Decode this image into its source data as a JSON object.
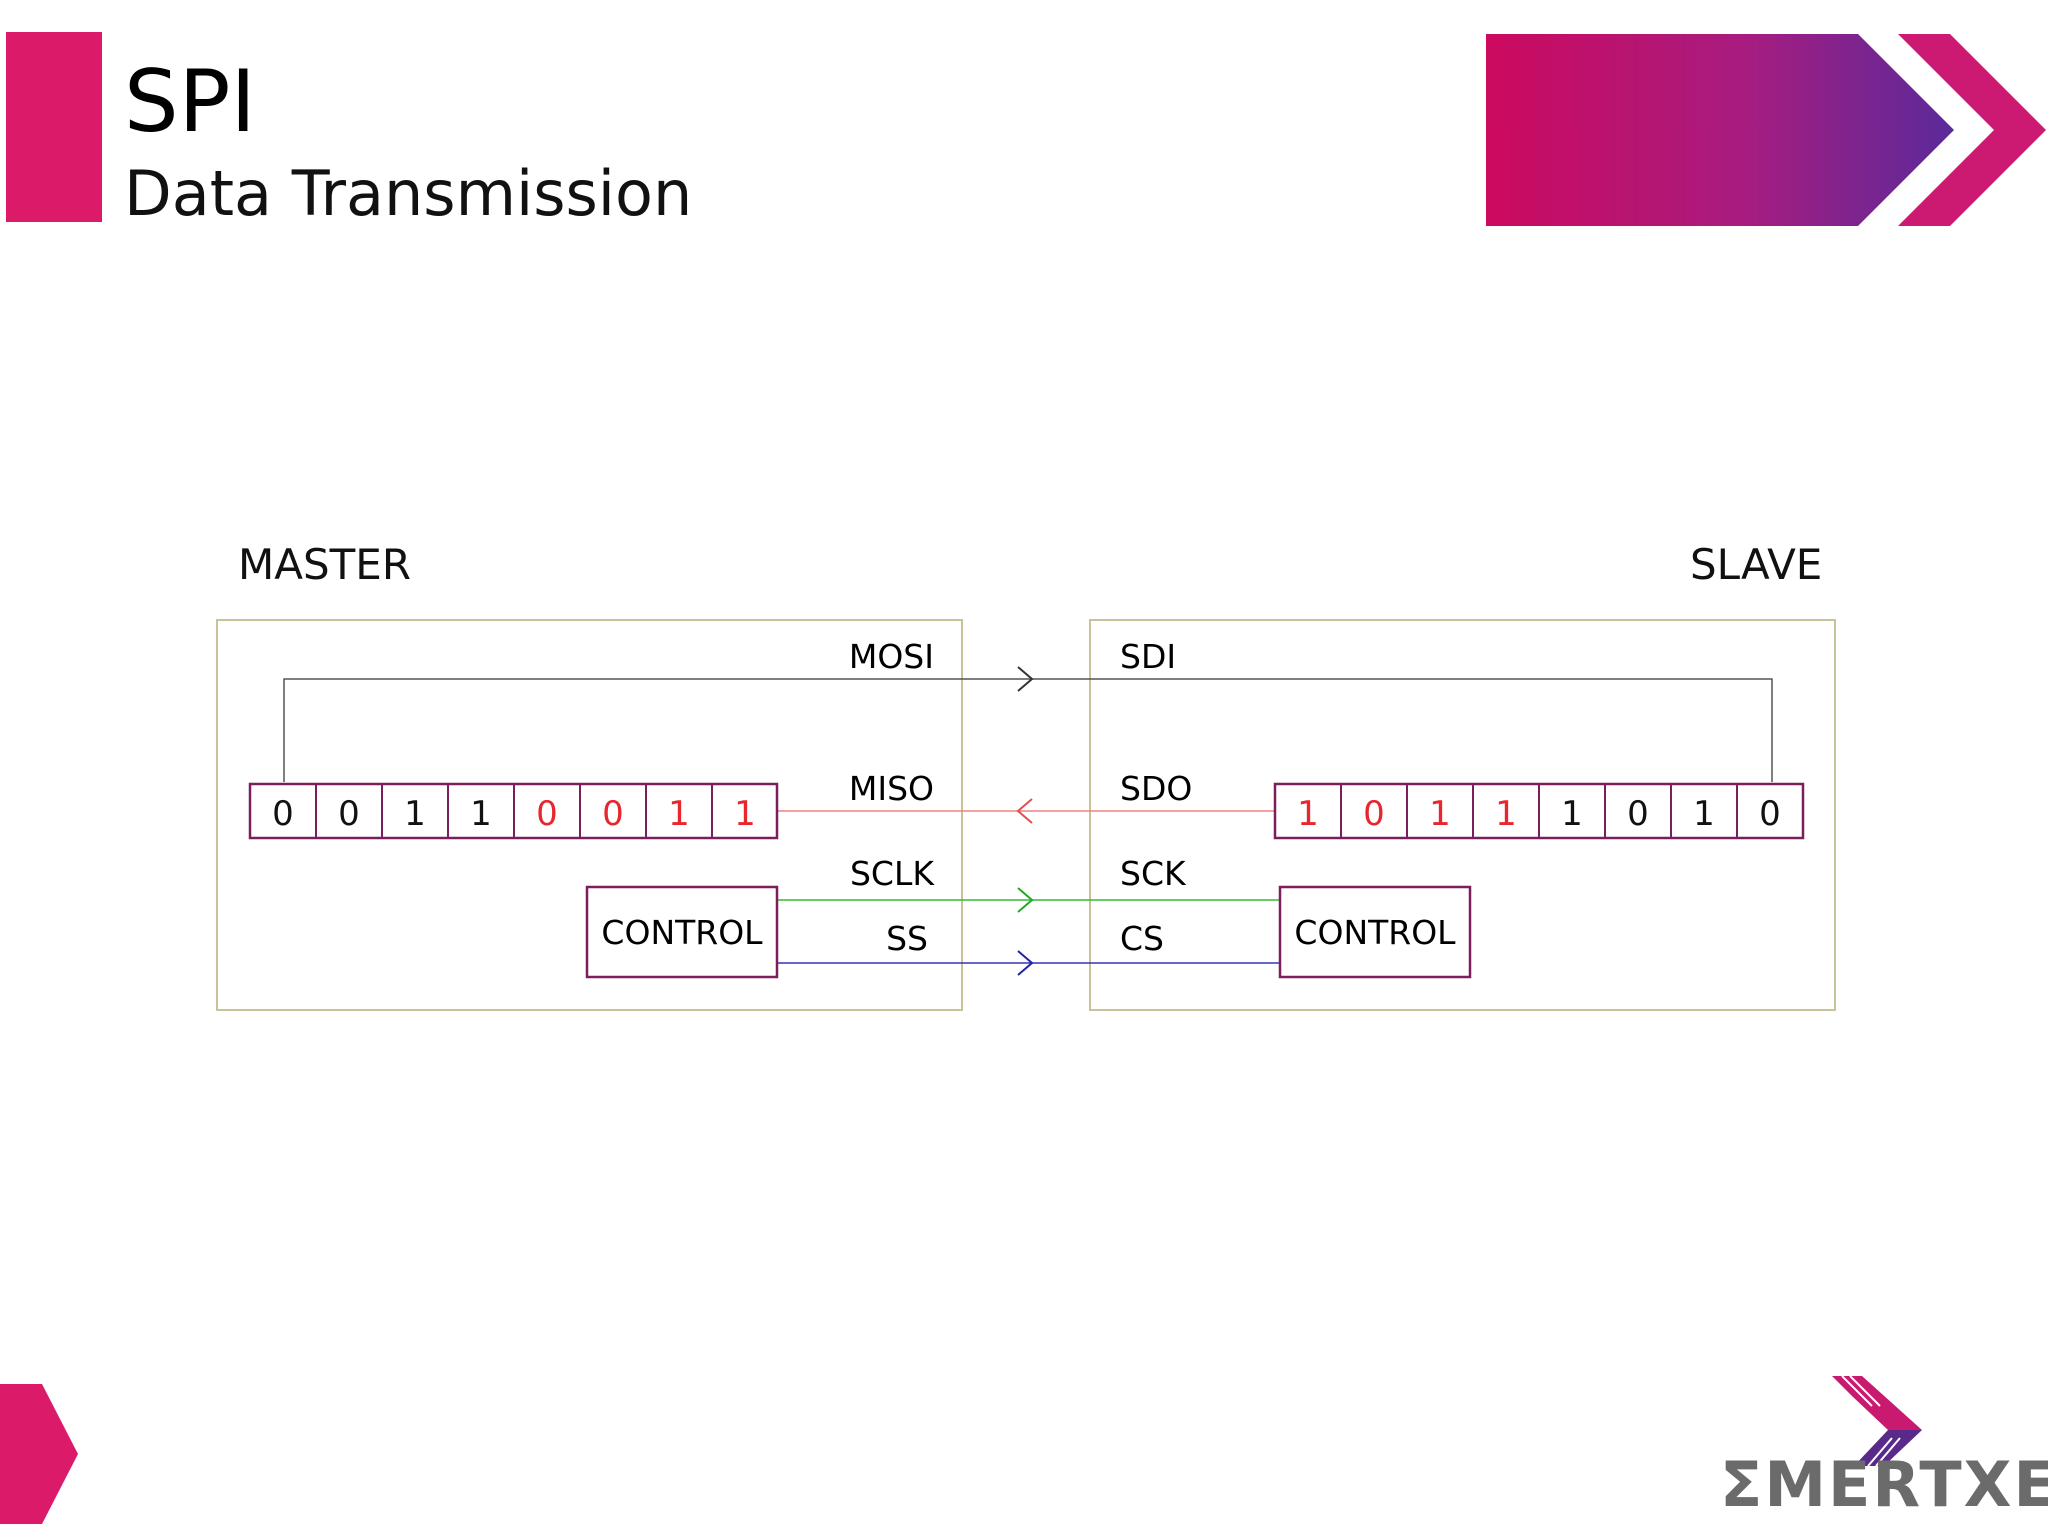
{
  "slide": {
    "title": "SPI",
    "subtitle": "Data Transmission"
  },
  "diagram": {
    "master_label": "MASTER",
    "slave_label": "SLAVE",
    "master_bits": [
      "0",
      "0",
      "1",
      "1",
      "0",
      "0",
      "1",
      "1"
    ],
    "master_bit_highlight": [
      false,
      false,
      false,
      false,
      true,
      true,
      true,
      true
    ],
    "slave_bits": [
      "1",
      "0",
      "1",
      "1",
      "1",
      "0",
      "1",
      "0"
    ],
    "slave_bit_highlight": [
      true,
      true,
      true,
      true,
      false,
      false,
      false,
      false
    ],
    "master_control_label": "CONTROL",
    "slave_control_label": "CONTROL",
    "signals": {
      "mosi": "MOSI",
      "miso": "MISO",
      "sclk": "SCLK",
      "ss": "SS",
      "sdi": "SDI",
      "sdo": "SDO",
      "sck": "SCK",
      "cs": "CS"
    }
  },
  "logo": {
    "text": "ΣMERTXE"
  },
  "colors": {
    "accent": "#dc1a6a",
    "bit_highlight": "#e8262e",
    "register_border": "#7a1f5c",
    "panel_border": "#c8c49a",
    "mosi_line": "#555555",
    "miso_line": "#f08080",
    "sclk_line": "#33bb33",
    "ss_line": "#3333bb"
  }
}
